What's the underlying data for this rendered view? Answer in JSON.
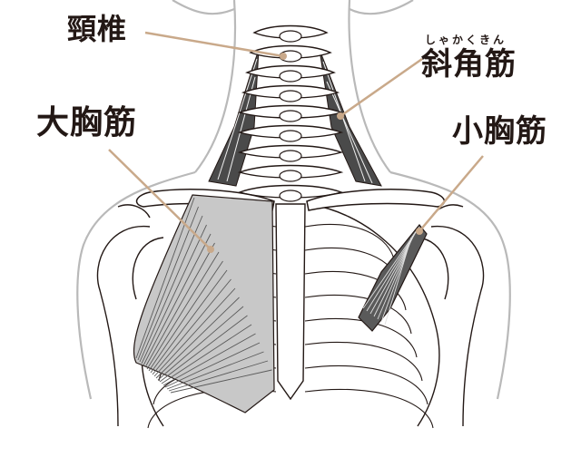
{
  "labels": {
    "cervical_spine": "頸椎",
    "scalene": "斜角筋",
    "scalene_ruby": "しゃかくきん",
    "pectoralis_major": "大胸筋",
    "pectoralis_minor": "小胸筋"
  },
  "colors": {
    "outline": "#231815",
    "body_outline": "#b9b9b9",
    "leader_line": "#c9a98a",
    "major_muscle_fill": "#c8c8c8",
    "minor_muscle_fill": "#5a5a5a",
    "scalene_fill": "#4a4a4a",
    "background": "#ffffff"
  }
}
